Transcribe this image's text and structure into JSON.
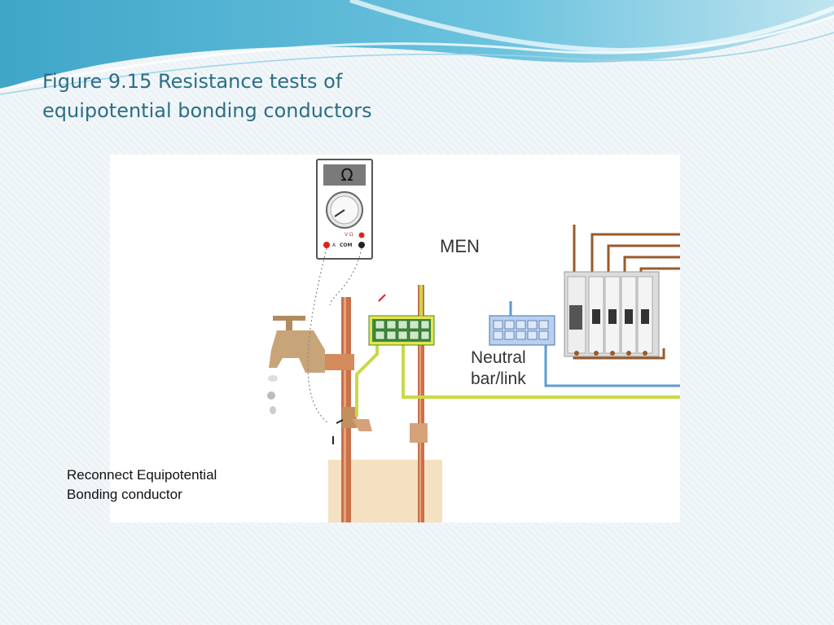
{
  "slide": {
    "title_line1": "Figure 9.15 Resistance tests of",
    "title_line2": "equipotential bonding conductors"
  },
  "diagram": {
    "meter_symbol": "Ω",
    "meter_terminal_left": "A",
    "meter_terminal_mid": "V Ω",
    "meter_terminal_com": "COM",
    "men_label": "MEN",
    "neutral_line1": "Neutral",
    "neutral_line2": "bar/link",
    "caption_line1": "Reconnect Equipotential",
    "caption_line2": "Bonding conductor"
  },
  "colors": {
    "title": "#2c6e86",
    "copper": "#c8714a",
    "earth_green": "#c9d84a",
    "neutral_blue": "#5a9bd5",
    "active_brown": "#9a5a2a",
    "terminal_green": "#3e8b3c"
  }
}
